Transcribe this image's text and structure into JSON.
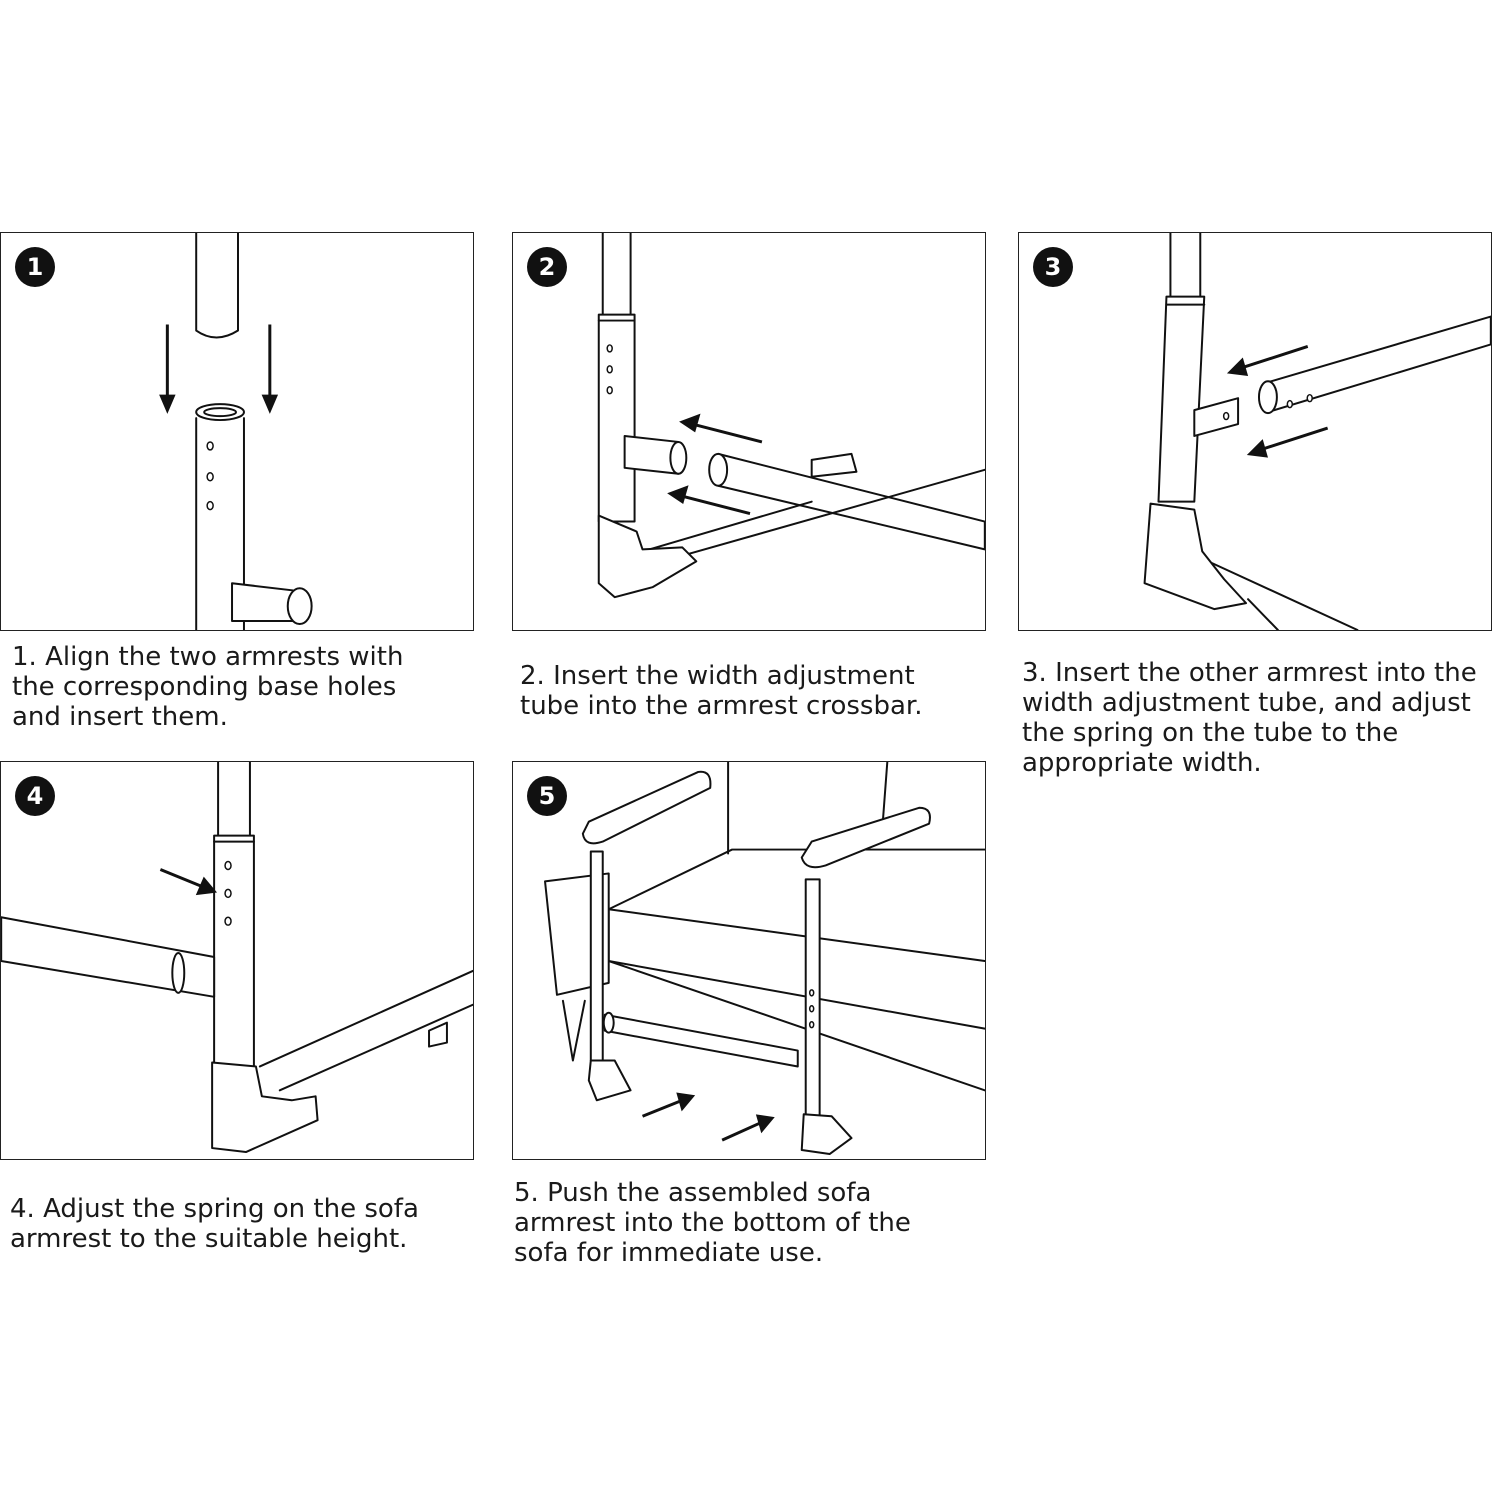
{
  "steps": [
    {
      "number": "1",
      "caption": "1. Align the two armrests with\nthe corresponding base holes\nand insert them."
    },
    {
      "number": "2",
      "caption": "2. Insert the width adjustment\ntube into the armrest crossbar."
    },
    {
      "number": "3",
      "caption": "3. Insert the other armrest into the\nwidth adjustment tube, and adjust\nthe spring on the tube to the\nappropriate width."
    },
    {
      "number": "4",
      "caption": "4. Adjust the spring on the sofa\narmrest to the suitable height."
    },
    {
      "number": "5",
      "caption": "5. Push the assembled sofa\narmrest into the bottom of the\nsofa for immediate use."
    }
  ]
}
